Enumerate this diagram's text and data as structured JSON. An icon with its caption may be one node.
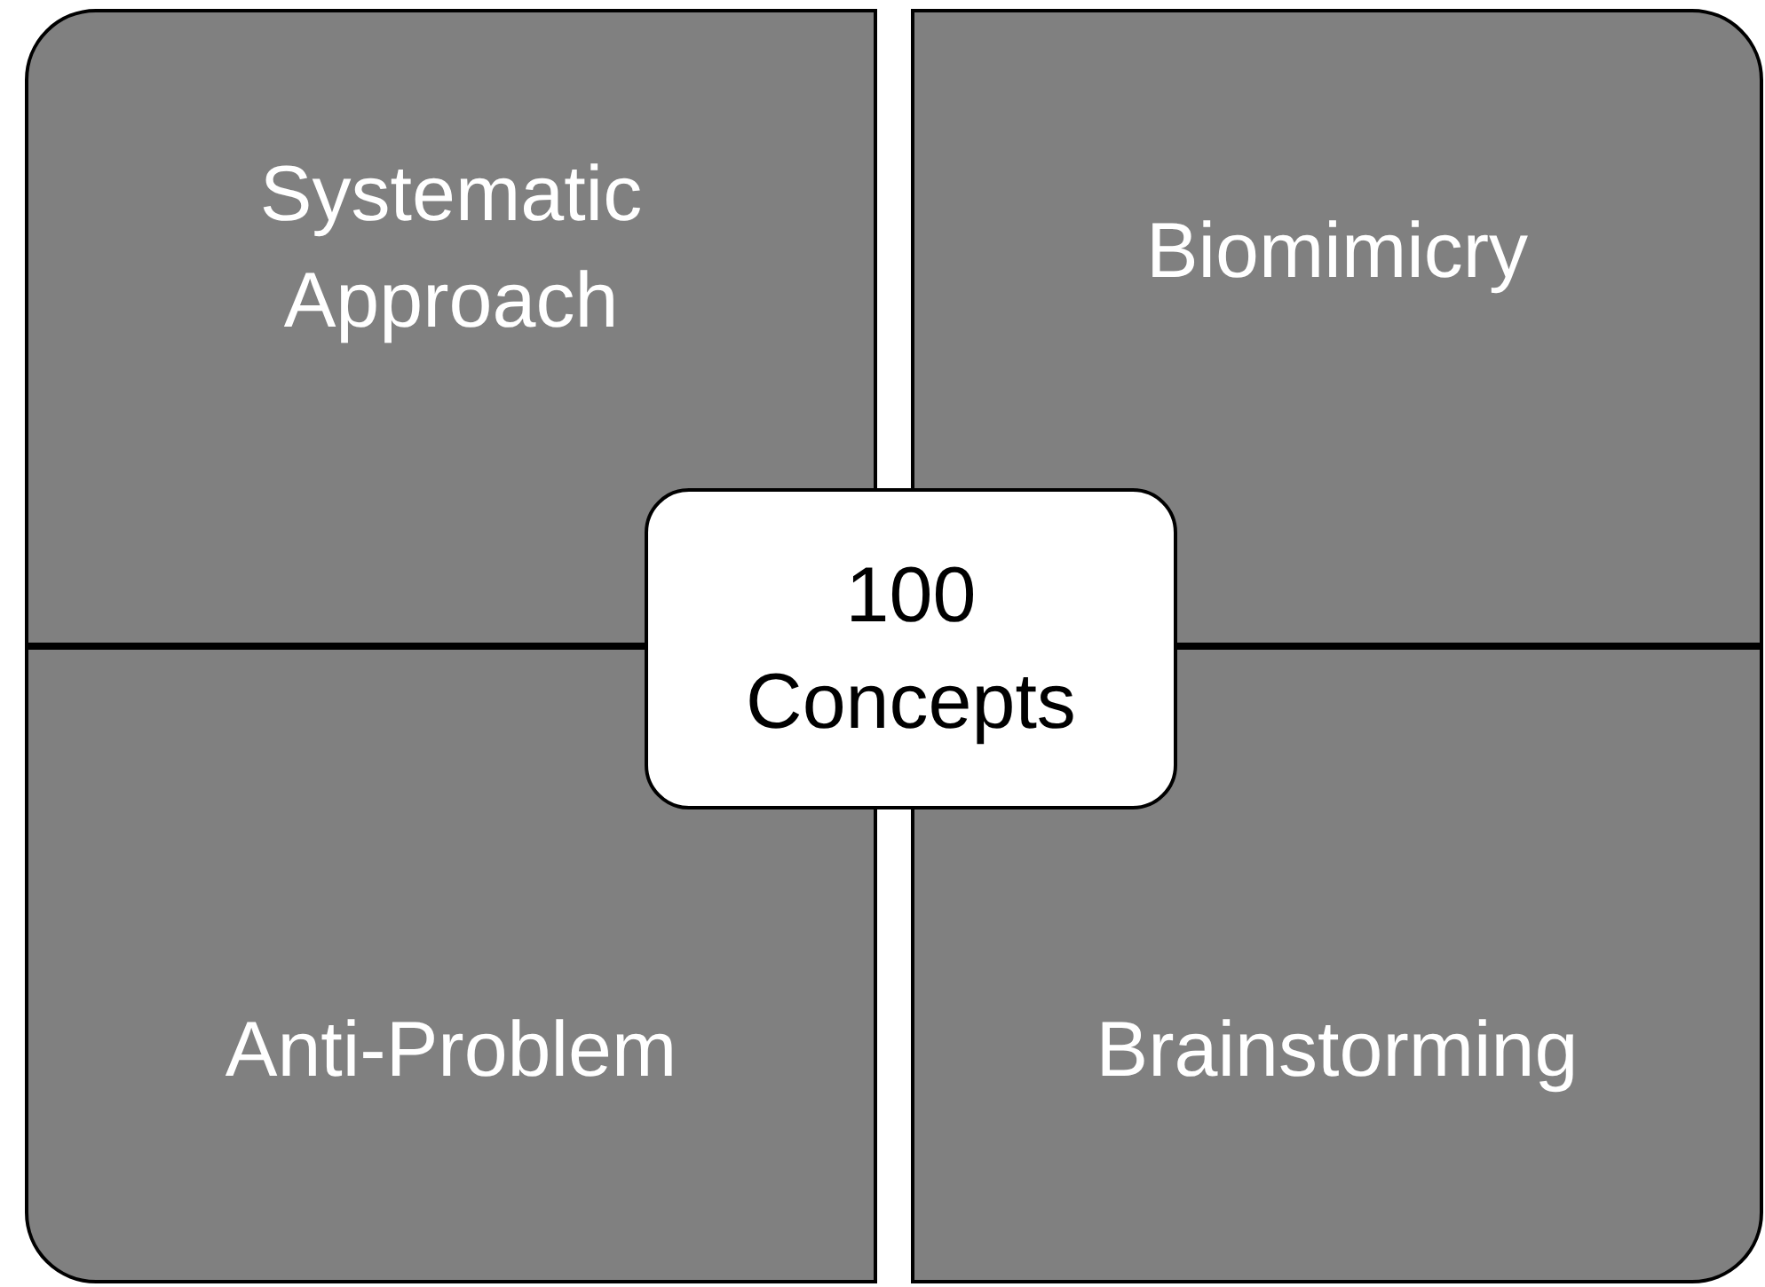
{
  "diagram": {
    "nodes": [
      {
        "text": [
          "Systematic Approach"
        ]
      },
      {
        "text": [
          "Biomimicry"
        ]
      },
      {
        "text": [
          "Anti-Problem"
        ]
      },
      {
        "text": [
          "Brainstorming"
        ]
      },
      {
        "text": [
          "100 Concepts"
        ]
      }
    ]
  }
}
